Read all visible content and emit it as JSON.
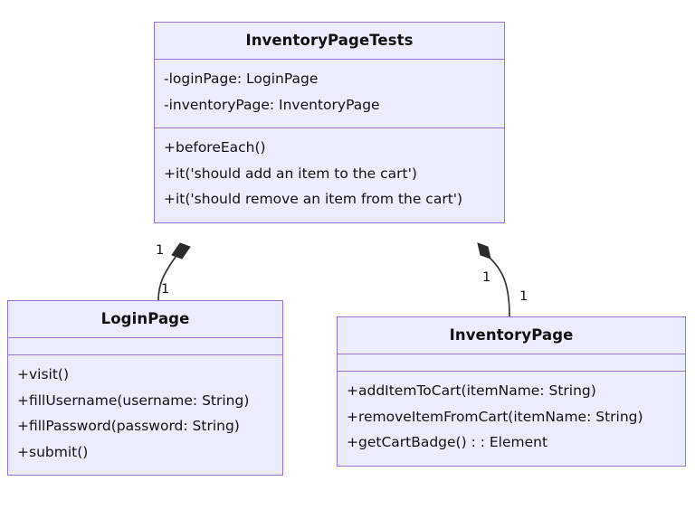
{
  "diagram": {
    "type": "uml-class-diagram",
    "background_color": "#FFFFFF",
    "class_fill_color": "#ECECFF",
    "class_border_color": "#9673D3",
    "connector_color": "#333333",
    "classes": [
      {
        "id": "inventorypagetests",
        "name": "InventoryPageTests",
        "attributes": [
          "-loginPage: LoginPage",
          "-inventoryPage: InventoryPage"
        ],
        "methods": [
          "+beforeEach()",
          "+it('should add an item to the cart')",
          "+it('should remove an item from the cart')"
        ]
      },
      {
        "id": "loginpage",
        "name": "LoginPage",
        "attributes": [],
        "methods": [
          "+visit()",
          "+fillUsername(username: String)",
          "+fillPassword(password: String)",
          "+submit()"
        ]
      },
      {
        "id": "inventorypage",
        "name": "InventoryPage",
        "attributes": [],
        "methods": [
          "+addItemToCart(itemName: String)",
          "+removeItemFromCart(itemName: String)",
          "+getCartBadge() : : Element"
        ]
      }
    ],
    "relationships": [
      {
        "id": "tests-to-loginpage",
        "kind": "composition",
        "from": "InventoryPageTests",
        "to": "LoginPage",
        "source_multiplicity": "1",
        "target_multiplicity": "1"
      },
      {
        "id": "tests-to-inventorypage",
        "kind": "composition",
        "from": "InventoryPageTests",
        "to": "InventoryPage",
        "source_multiplicity": "1",
        "target_multiplicity": "1"
      }
    ]
  }
}
